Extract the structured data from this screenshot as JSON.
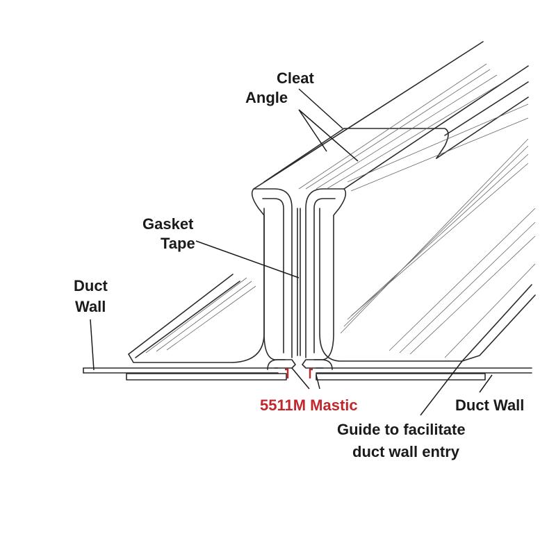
{
  "labels": {
    "cleat_angle_line1": "Cleat",
    "cleat_angle_line2": "Angle",
    "gasket_tape_line1": "Gasket",
    "gasket_tape_line2": "Tape",
    "duct_wall_left_line1": "Duct",
    "duct_wall_left_line2": "Wall",
    "mastic": "5511M Mastic",
    "duct_wall_right": "Duct Wall",
    "guide_line1": "Guide to facilitate",
    "guide_line2": "duct wall entry"
  },
  "colors": {
    "mastic": "#c0282d",
    "line": "#2a2a2a",
    "text": "#1a1a1a"
  }
}
